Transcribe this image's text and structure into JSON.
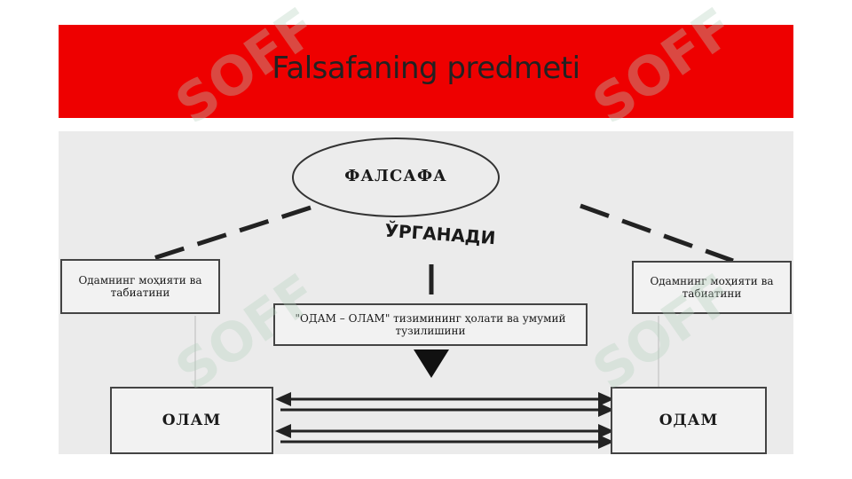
{
  "slide": {
    "title": "Falsafaning predmeti"
  },
  "diagram": {
    "center_node": "ФАЛСАФА",
    "center_relation": "ЎРГАНАДИ",
    "left_box": "Одамнинг моҳияти ва табиатини",
    "right_box": "Одамнинг моҳияти ва табиатини",
    "middle_box": "\"ОДАМ – ОЛАМ\" тизимининг ҳолати ва умумий тузилишини",
    "bottom_left": "ОЛАМ",
    "bottom_right": "ОДАМ"
  },
  "watermark": {
    "text": "SOFF",
    "color": "#b4d2be"
  },
  "colors": {
    "title_bar": "#ee0000",
    "panel": "#ebebeb"
  }
}
